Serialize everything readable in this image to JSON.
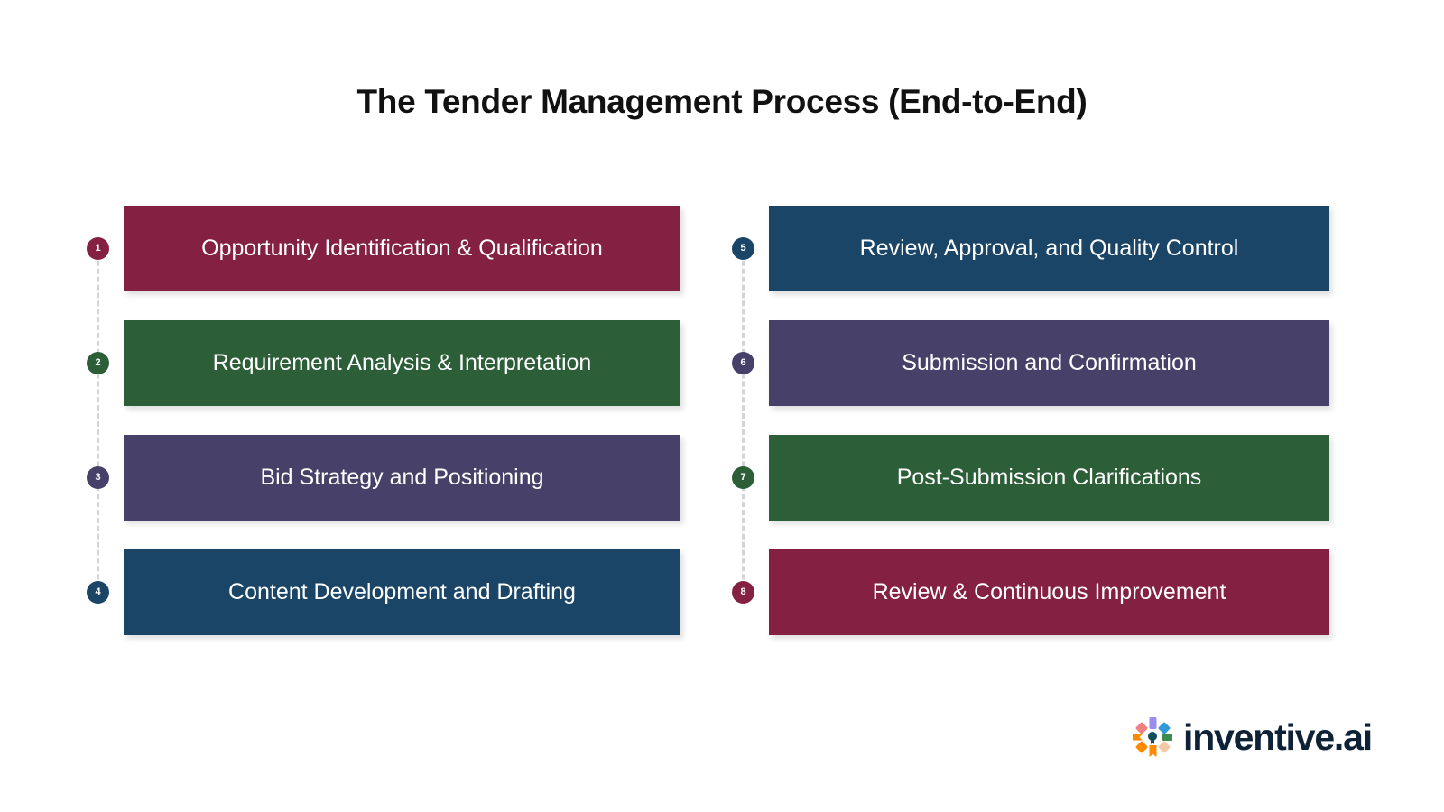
{
  "diagram": {
    "title": "The Tender Management Process (End-to-End)",
    "type": "two-column-numbered-process",
    "colors": {
      "crimson": "#842041",
      "green": "#2c5e38",
      "purple": "#474169",
      "navy": "#1a4567",
      "connector": "#d2d4d8",
      "title": "#111111",
      "background": "#ffffff",
      "logo_text": "#0d2137"
    },
    "columns": [
      {
        "name": "left-column",
        "steps": [
          {
            "number": "1",
            "label": "Opportunity Identification & Qualification",
            "color": "#842041"
          },
          {
            "number": "2",
            "label": "Requirement Analysis & Interpretation",
            "color": "#2c5e38"
          },
          {
            "number": "3",
            "label": "Bid Strategy and Positioning",
            "color": "#474169"
          },
          {
            "number": "4",
            "label": "Content Development and Drafting",
            "color": "#1a4567"
          }
        ]
      },
      {
        "name": "right-column",
        "steps": [
          {
            "number": "5",
            "label": "Review, Approval, and Quality Control",
            "color": "#1a4567"
          },
          {
            "number": "6",
            "label": "Submission and Confirmation",
            "color": "#474169"
          },
          {
            "number": "7",
            "label": "Post-Submission Clarifications",
            "color": "#2c5e38"
          },
          {
            "number": "8",
            "label": "Review & Continuous Improvement",
            "color": "#842041"
          }
        ]
      }
    ]
  },
  "logo": {
    "text": "inventive.ai",
    "mark_name": "inventive-pinwheel-icon",
    "mark_colors": [
      "#f08080",
      "#9b8cf0",
      "#2e9bd6",
      "#ff8a00",
      "#0f4c5c",
      "#3d8b4f",
      "#f5c9a8",
      "#ff8a00"
    ]
  }
}
